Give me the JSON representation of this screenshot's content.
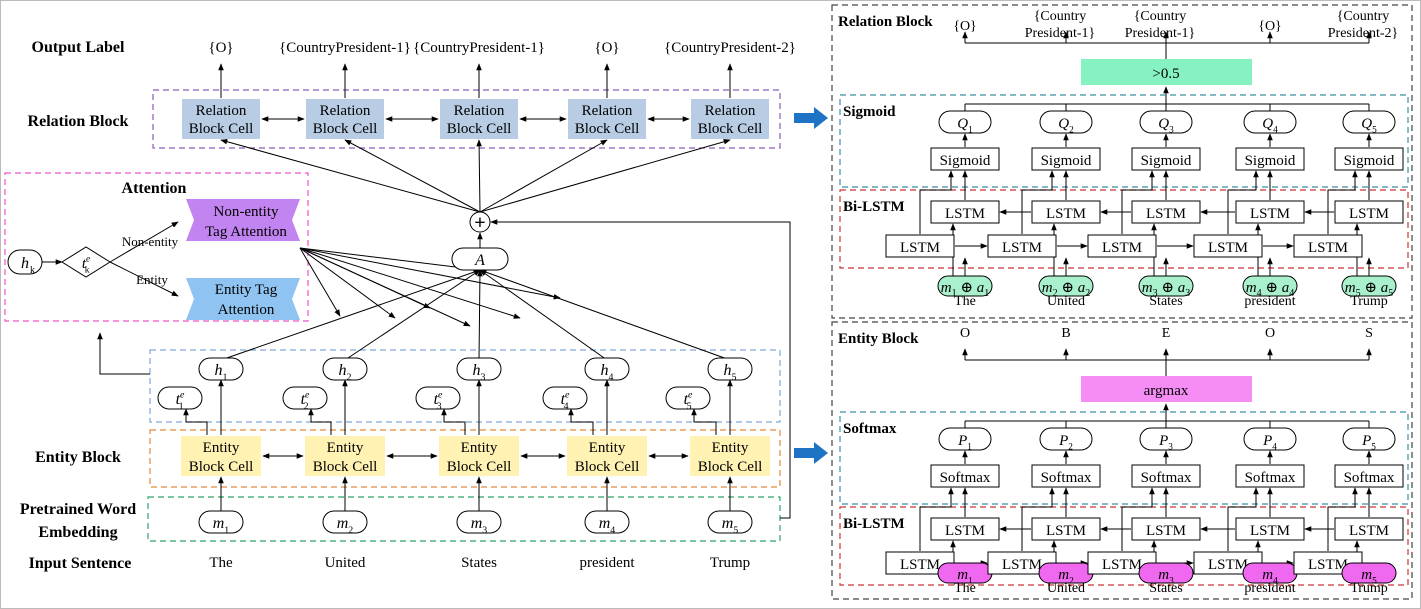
{
  "colors": {
    "relation_cell": "#b8cce4",
    "entity_cell": "#fff2b3",
    "non_entity_tag": "#c184f0",
    "entity_tag": "#8fc4f2",
    "threshold_box": "#86f2c1",
    "argmax_box": "#f58df5",
    "word_pill_relation": "#a9f0cc",
    "word_pill_entity": "#f068f0",
    "purple_dash": "#8e5ab8",
    "blue_dash": "#7da7d9",
    "orange_dash": "#e08a3c",
    "green_dash": "#2ea36b",
    "pink_dash": "#ee55cc",
    "teal_dash": "#3c8fa6",
    "red_dash": "#cc3333",
    "arrow_blue": "#1f73c4"
  },
  "left": {
    "row_labels": {
      "output_label": "Output Label",
      "relation_block": "Relation Block",
      "entity_block": "Entity Block",
      "pretrained_1": "Pretrained Word",
      "pretrained_2": "Embedding",
      "input_sentence": "Input Sentence"
    },
    "output_labels": [
      "{O}",
      "{CountryPresident-1}",
      "{CountryPresident-1}",
      "{O}",
      "{CountryPresident-2}"
    ],
    "relation_cell": [
      "Relation",
      "Block Cell"
    ],
    "entity_cell": [
      "Entity",
      "Block Cell"
    ],
    "input_words": [
      "The",
      "United",
      "States",
      "president",
      "Trump"
    ],
    "h": "h",
    "m": "m",
    "t": "t",
    "e": "e",
    "a_node": "A",
    "plus": "+",
    "attention": {
      "title": "Attention",
      "hk": "h",
      "k": "k",
      "non_entity_label": "Non-entity",
      "entity_label": "Entity",
      "non_entity_tag": [
        "Non-entity",
        "Tag Attention"
      ],
      "entity_tag": [
        "Entity Tag",
        "Attention"
      ]
    }
  },
  "right_top": {
    "title": "Relation Block",
    "sigmoid_title": "Sigmoid",
    "bilstm_title": "Bi-LSTM",
    "threshold": ">0.5",
    "outputs": [
      [
        "{O}"
      ],
      [
        "{Country",
        "President-1}"
      ],
      [
        "{Country",
        "President-1}"
      ],
      [
        "{O}"
      ],
      [
        "{Country",
        "President-2}"
      ]
    ],
    "q": "Q",
    "sigmoid": "Sigmoid",
    "lstm": "LSTM",
    "words": [
      "The",
      "United",
      "States",
      "president",
      "Trump"
    ]
  },
  "right_bottom": {
    "title": "Entity Block",
    "softmax_title": "Softmax",
    "bilstm_title": "Bi-LSTM",
    "argmax": "argmax",
    "tags": [
      "O",
      "B",
      "E",
      "O",
      "S"
    ],
    "p": "P",
    "softmax": "Softmax",
    "lstm": "LSTM",
    "words": [
      "The",
      "United",
      "States",
      "president",
      "Trump"
    ]
  }
}
